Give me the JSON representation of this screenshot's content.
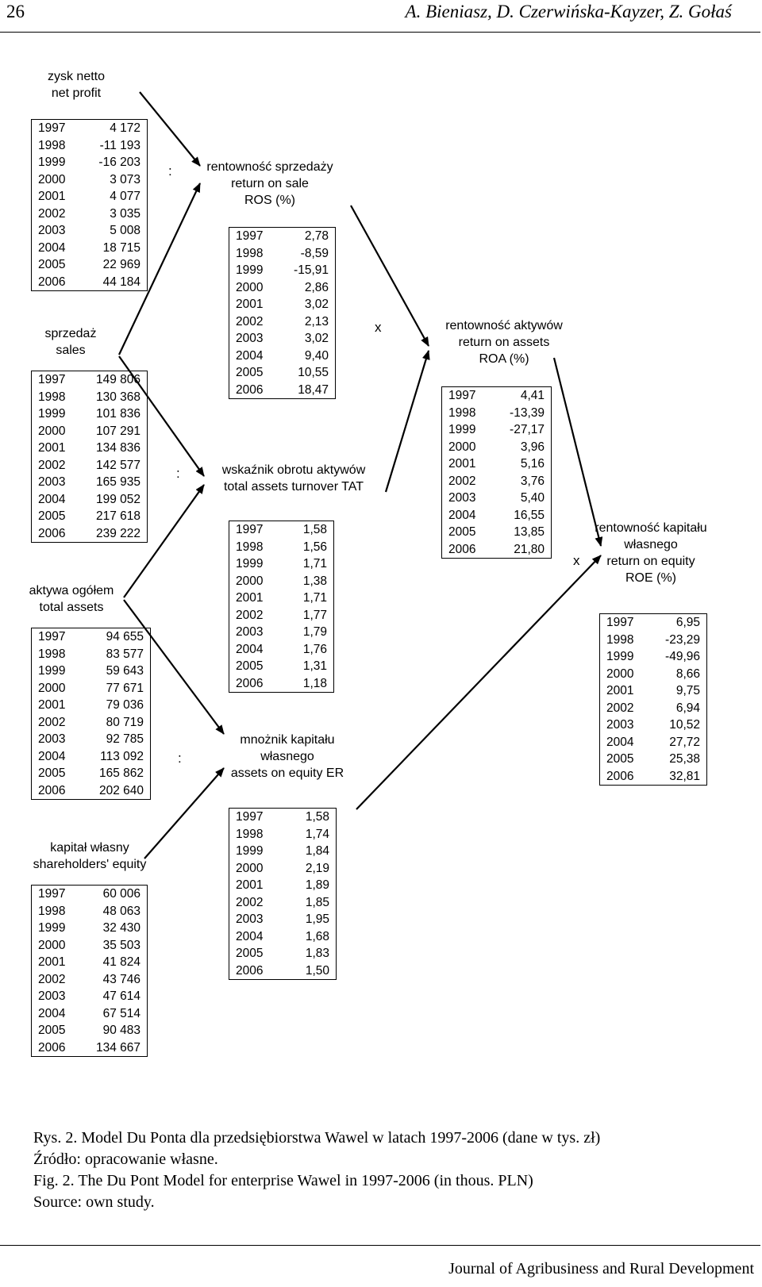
{
  "header": {
    "page_number": "26",
    "authors": "A. Bieniasz, D. Czerwińska-Kayzer, Z. Gołaś"
  },
  "footer": {
    "journal": "Journal of Agribusiness and Rural Development"
  },
  "operators": {
    "divide": ":",
    "multiply": "x"
  },
  "diagram": {
    "net_profit": {
      "labels": [
        "zysk netto",
        "net profit"
      ],
      "rows": [
        [
          "1997",
          "4 172"
        ],
        [
          "1998",
          "-11 193"
        ],
        [
          "1999",
          "-16 203"
        ],
        [
          "2000",
          "3 073"
        ],
        [
          "2001",
          "4 077"
        ],
        [
          "2002",
          "3 035"
        ],
        [
          "2003",
          "5 008"
        ],
        [
          "2004",
          "18 715"
        ],
        [
          "2005",
          "22 969"
        ],
        [
          "2006",
          "44 184"
        ]
      ]
    },
    "sales": {
      "labels": [
        "sprzedaż",
        "sales"
      ],
      "rows": [
        [
          "1997",
          "149 806"
        ],
        [
          "1998",
          "130 368"
        ],
        [
          "1999",
          "101 836"
        ],
        [
          "2000",
          "107 291"
        ],
        [
          "2001",
          "134 836"
        ],
        [
          "2002",
          "142 577"
        ],
        [
          "2003",
          "165 935"
        ],
        [
          "2004",
          "199 052"
        ],
        [
          "2005",
          "217 618"
        ],
        [
          "2006",
          "239 222"
        ]
      ]
    },
    "total_assets": {
      "labels": [
        "aktywa ogółem",
        "total assets"
      ],
      "rows": [
        [
          "1997",
          "94 655"
        ],
        [
          "1998",
          "83 577"
        ],
        [
          "1999",
          "59 643"
        ],
        [
          "2000",
          "77 671"
        ],
        [
          "2001",
          "79 036"
        ],
        [
          "2002",
          "80 719"
        ],
        [
          "2003",
          "92 785"
        ],
        [
          "2004",
          "113 092"
        ],
        [
          "2005",
          "165 862"
        ],
        [
          "2006",
          "202 640"
        ]
      ]
    },
    "equity": {
      "labels": [
        "kapitał własny",
        "shareholders' equity"
      ],
      "rows": [
        [
          "1997",
          "60 006"
        ],
        [
          "1998",
          "48 063"
        ],
        [
          "1999",
          "32 430"
        ],
        [
          "2000",
          "35 503"
        ],
        [
          "2001",
          "41 824"
        ],
        [
          "2002",
          "43 746"
        ],
        [
          "2003",
          "47 614"
        ],
        [
          "2004",
          "67 514"
        ],
        [
          "2005",
          "90 483"
        ],
        [
          "2006",
          "134 667"
        ]
      ]
    },
    "ros": {
      "labels": [
        "rentowność sprzedaży",
        "return on sale",
        "ROS (%)"
      ],
      "rows": [
        [
          "1997",
          "2,78"
        ],
        [
          "1998",
          "-8,59"
        ],
        [
          "1999",
          "-15,91"
        ],
        [
          "2000",
          "2,86"
        ],
        [
          "2001",
          "3,02"
        ],
        [
          "2002",
          "2,13"
        ],
        [
          "2003",
          "3,02"
        ],
        [
          "2004",
          "9,40"
        ],
        [
          "2005",
          "10,55"
        ],
        [
          "2006",
          "18,47"
        ]
      ]
    },
    "tat": {
      "labels": [
        "wskaźnik obrotu aktywów",
        "total assets turnover TAT"
      ],
      "rows": [
        [
          "1997",
          "1,58"
        ],
        [
          "1998",
          "1,56"
        ],
        [
          "1999",
          "1,71"
        ],
        [
          "2000",
          "1,38"
        ],
        [
          "2001",
          "1,71"
        ],
        [
          "2002",
          "1,77"
        ],
        [
          "2003",
          "1,79"
        ],
        [
          "2004",
          "1,76"
        ],
        [
          "2005",
          "1,31"
        ],
        [
          "2006",
          "1,18"
        ]
      ]
    },
    "er": {
      "labels": [
        "mnożnik kapitału",
        "własnego",
        "assets on equity ER"
      ],
      "rows": [
        [
          "1997",
          "1,58"
        ],
        [
          "1998",
          "1,74"
        ],
        [
          "1999",
          "1,84"
        ],
        [
          "2000",
          "2,19"
        ],
        [
          "2001",
          "1,89"
        ],
        [
          "2002",
          "1,85"
        ],
        [
          "2003",
          "1,95"
        ],
        [
          "2004",
          "1,68"
        ],
        [
          "2005",
          "1,83"
        ],
        [
          "2006",
          "1,50"
        ]
      ]
    },
    "roa": {
      "labels": [
        "rentowność aktywów",
        "return on assets",
        "ROA (%)"
      ],
      "rows": [
        [
          "1997",
          "4,41"
        ],
        [
          "1998",
          "-13,39"
        ],
        [
          "1999",
          "-27,17"
        ],
        [
          "2000",
          "3,96"
        ],
        [
          "2001",
          "5,16"
        ],
        [
          "2002",
          "3,76"
        ],
        [
          "2003",
          "5,40"
        ],
        [
          "2004",
          "16,55"
        ],
        [
          "2005",
          "13,85"
        ],
        [
          "2006",
          "21,80"
        ]
      ]
    },
    "roe": {
      "labels": [
        "rentowność kapitału",
        "własnego",
        "return on equity",
        "ROE (%)"
      ],
      "rows": [
        [
          "1997",
          "6,95"
        ],
        [
          "1998",
          "-23,29"
        ],
        [
          "1999",
          "-49,96"
        ],
        [
          "2000",
          "8,66"
        ],
        [
          "2001",
          "9,75"
        ],
        [
          "2002",
          "6,94"
        ],
        [
          "2003",
          "10,52"
        ],
        [
          "2004",
          "27,72"
        ],
        [
          "2005",
          "25,38"
        ],
        [
          "2006",
          "32,81"
        ]
      ]
    }
  },
  "caption": {
    "lines": [
      "Rys. 2. Model Du Ponta dla przedsiębiorstwa Wawel w latach 1997-2006 (dane w tys. zł)",
      "Źródło: opracowanie własne.",
      "Fig. 2.  The Du Pont Model for enterprise Wawel in 1997-2006 (in thous. PLN)",
      "Source: own study."
    ]
  }
}
